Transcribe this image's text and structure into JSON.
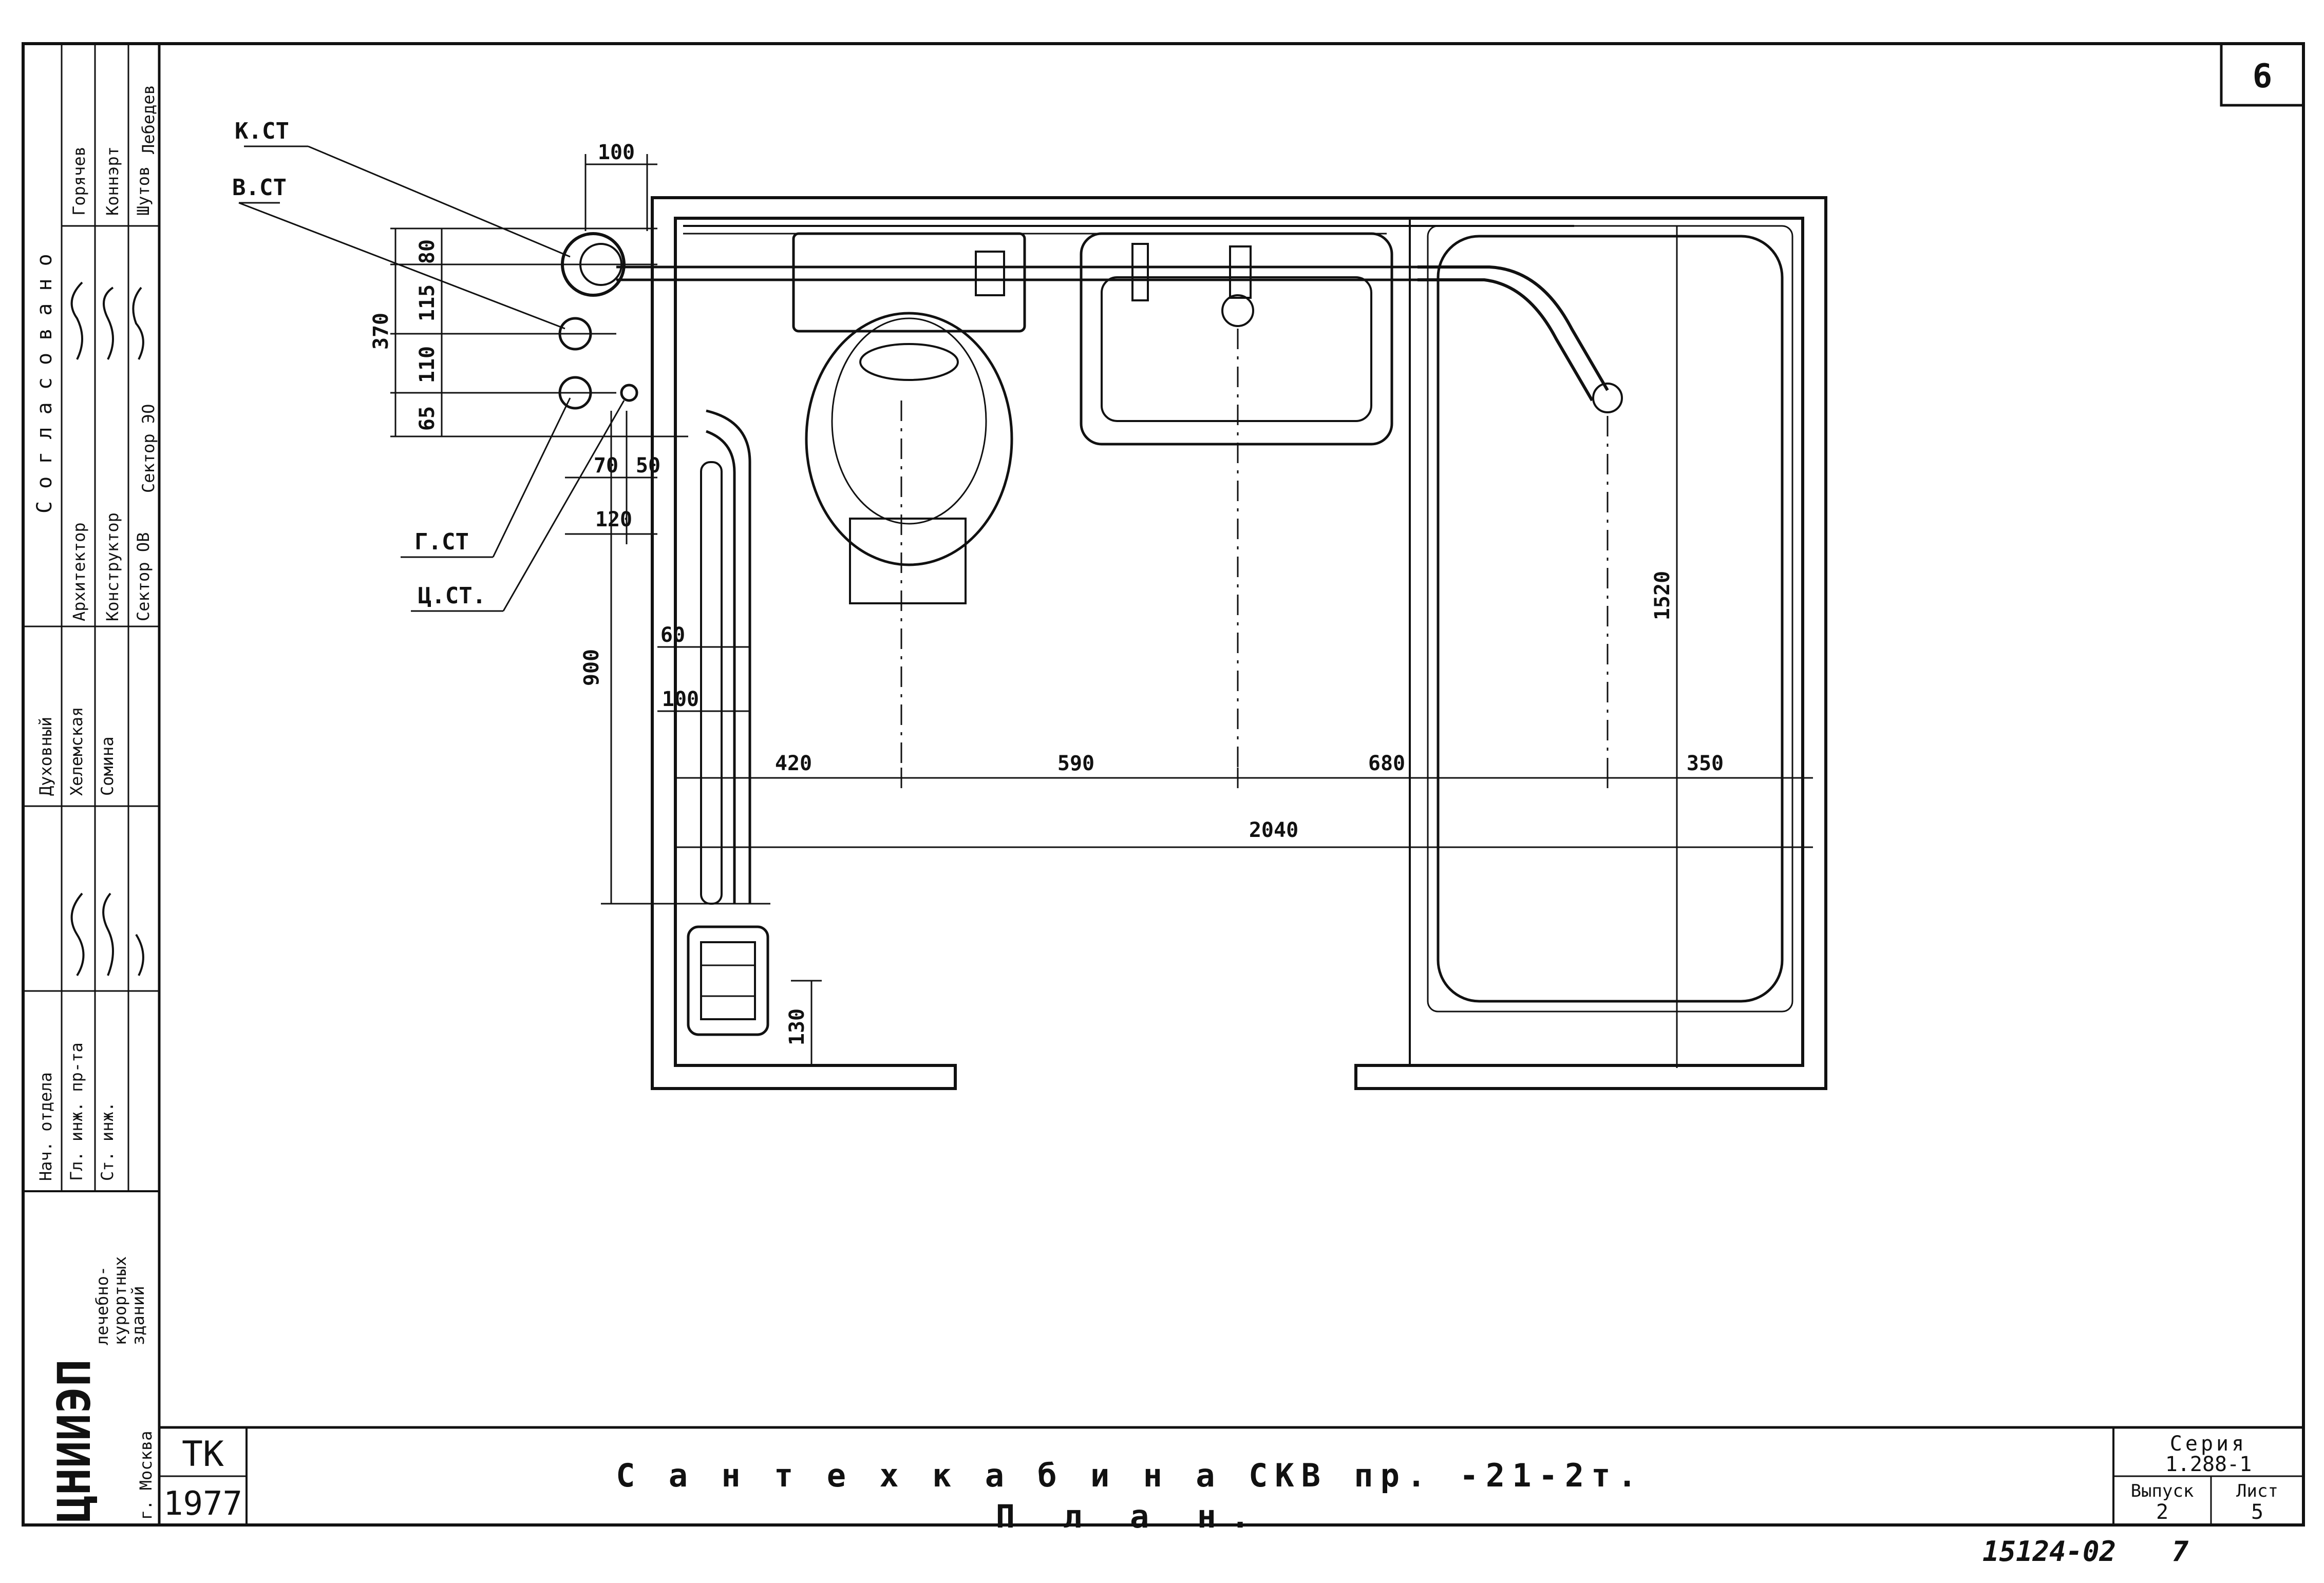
{
  "sheet_number": "6",
  "title_block": {
    "code": "ТК",
    "year": "1977",
    "title_line1": "С а н т е х к а б и н а  СКВ пр. -21-2т.",
    "title_line2": "П л а н.",
    "series_label": "Серия",
    "series_value": "1.288-1",
    "issue_label": "Выпуск",
    "issue_value": "2",
    "sheet_label": "Лист",
    "sheet_value": "5",
    "footer_code": "15124-02",
    "footer_page": "7"
  },
  "left_stamp": {
    "heading": "С о г л а с о в а н о",
    "approvals": [
      {
        "role": "Архитектор",
        "name": "Горячев"
      },
      {
        "role": "Конструктор",
        "name": "Коннэрт"
      },
      {
        "role": "Сектор ОВ",
        "name": "Шутов"
      },
      {
        "role": "Сектор ЭО",
        "name": "Лебедев"
      }
    ],
    "staff": [
      {
        "role": "Нач. отдела",
        "name": "Духовный"
      },
      {
        "role": "Гл. инж. пр-та",
        "name": "Хелемская"
      },
      {
        "role": "Ст. инж.",
        "name": "Сомина"
      }
    ],
    "org_lines": [
      "ЦНИИЭП",
      "лечебно-",
      "курортных",
      "зданий",
      "г. Москва"
    ]
  },
  "labels": {
    "k_st": "К.СТ",
    "v_st": "В.СТ",
    "g_st": "Г.СТ",
    "c_st": "Ц.СТ."
  },
  "dimensions": {
    "d100_top": "100",
    "d80": "80",
    "d115": "115",
    "d110": "110",
    "d65": "65",
    "d370": "370",
    "d70": "70",
    "d50a": "50",
    "d120": "120",
    "d900": "900",
    "d60": "60",
    "d100b": "100",
    "d420": "420",
    "d590": "590",
    "d680": "680",
    "d350": "350",
    "d2040": "2040",
    "d1520": "1520",
    "d130": "130"
  }
}
